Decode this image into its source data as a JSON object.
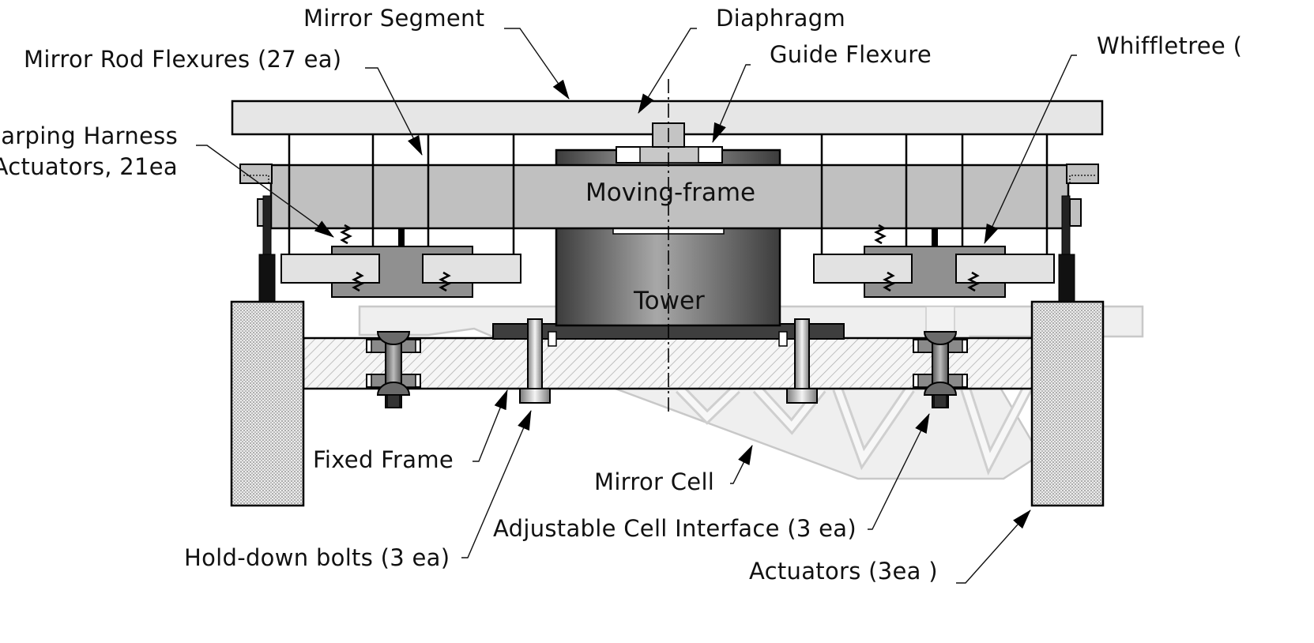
{
  "labels": {
    "mirror_segment": "Mirror Segment",
    "diaphragm": "Diaphragm",
    "guide_flexure": "Guide Flexure",
    "whiffletree": "Whiffletree (",
    "mirror_rod_flexures": "Mirror Rod Flexures (27 ea)",
    "warping_harness_line1": "arping Harness",
    "warping_harness_line2": "Actuators, 21ea",
    "moving_frame": "Moving-frame",
    "tower": "Tower",
    "fixed_frame": "Fixed Frame",
    "mirror_cell": "Mirror Cell",
    "adjustable_cell_interface": "Adjustable Cell Interface (3 ea)",
    "hold_down_bolts": "Hold-down bolts (3 ea)",
    "actuators": "Actuators (3ea )"
  },
  "colors": {
    "mirror": "#e6e6e6",
    "moving_frame": "#c0c0c0",
    "whiffletree": "#909090",
    "tower_dark": "#444444",
    "tower_light": "#a8a8a8",
    "mirror_cell": "#cfcfcf",
    "ink": "#000000"
  }
}
